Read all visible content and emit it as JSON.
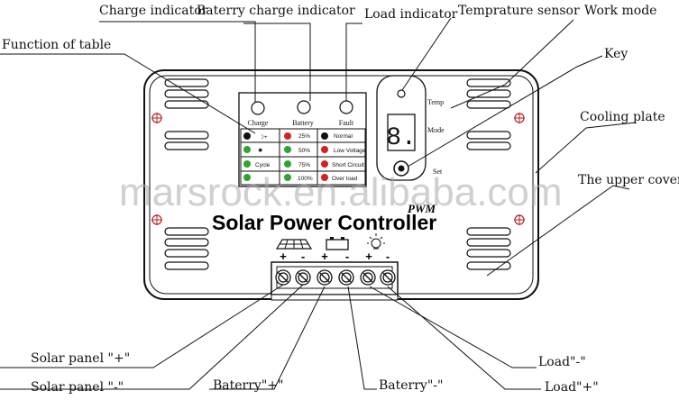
{
  "callouts": {
    "charge_indicator": "Charge indicator",
    "battery_charge_indicator": "Baterry charge indicator",
    "load_indicator": "Load indicator",
    "temperature_sensor": "Temprature sensor",
    "work_mode": "Work mode",
    "function_of_table": "Function of table",
    "key": "Key",
    "cooling_plate": "Cooling plate",
    "upper_cover": "The upper cover",
    "solar_plus": "Solar panel \"+\"",
    "solar_minus": "Solar panel \"-\"",
    "battery_plus": "Baterry\"+\"",
    "battery_minus": "Baterry\"-\"",
    "load_minus": "Load\"-\"",
    "load_plus": "Load\"+\""
  },
  "panel": {
    "led_labels": [
      "Charge",
      "Battery",
      "Fault"
    ],
    "table": {
      "col2": [
        "25%",
        "50%",
        "75%",
        "100%"
      ],
      "col3": [
        "Normal",
        "Low Voltage",
        "Short Circuit",
        "Over load"
      ],
      "row3_col1": "Cycle"
    },
    "side_labels": {
      "temp": "Temp",
      "mode": "Mode",
      "set": "Set"
    },
    "display_digit": "8.",
    "pwm": "PWM",
    "title": "Solar Power Controller",
    "terminal_signs": [
      "+",
      "-",
      "+",
      "-",
      "+",
      "-"
    ]
  },
  "watermark": "marsrock.en.alibaba.com",
  "colors": {
    "green": "#2fa52f",
    "red": "#d62020",
    "line": "#111111"
  }
}
